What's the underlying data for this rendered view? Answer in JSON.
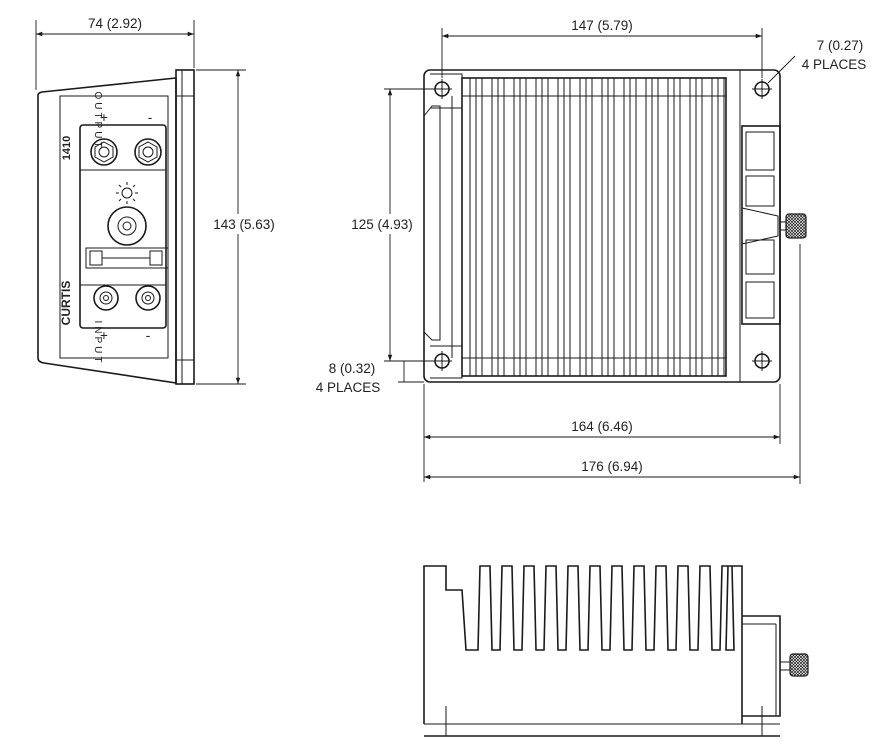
{
  "dimensions": {
    "side_width": "74 (2.92)",
    "side_height": "143 (5.63)",
    "top_mount_span": "147 (5.79)",
    "hole_dia": "7 (0.27)",
    "hole_places": "4 PLACES",
    "mount_height": "125 (4.93)",
    "corner_inset": "8 (0.32)",
    "corner_places": "4 PLACES",
    "body_length": "164 (6.46)",
    "overall_length": "176 (6.94)"
  },
  "front_panel": {
    "model": "1410",
    "brand": "CURTIS",
    "output_label": "OUTPUT",
    "input_label": "INPUT",
    "plus": "+",
    "minus": "-"
  }
}
